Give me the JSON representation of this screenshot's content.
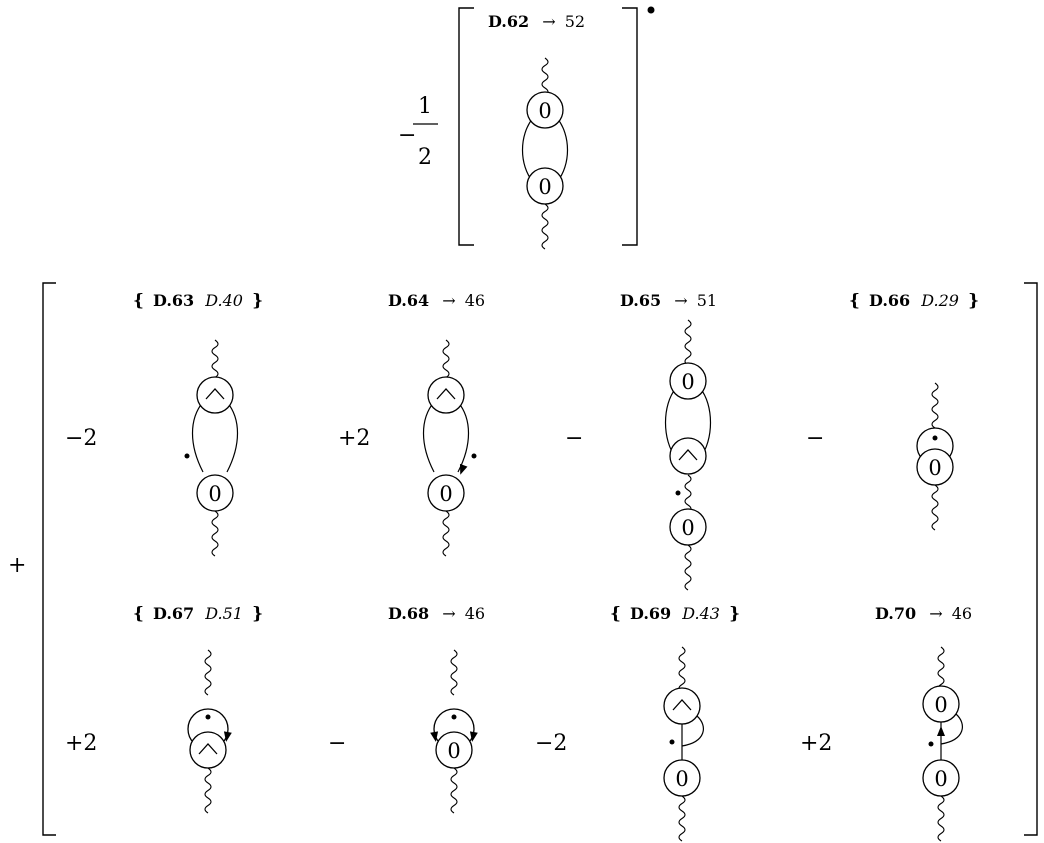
{
  "top": {
    "prefactor_sign": "−",
    "fraction_num": "1",
    "fraction_den": "2",
    "diagram": {
      "id": "D.62",
      "arrow": "→",
      "target": "52"
    }
  },
  "outer_sign": "+",
  "row1": {
    "d63": {
      "id": "D.63",
      "ref": "D.40",
      "open": "{",
      "close": "}"
    },
    "d64": {
      "id": "D.64",
      "arrow": "→",
      "target": "46"
    },
    "d65": {
      "id": "D.65",
      "arrow": "→",
      "target": "51"
    },
    "d66": {
      "id": "D.66",
      "ref": "D.29",
      "open": "{",
      "close": "}"
    },
    "coefs": [
      "−2",
      "+2",
      "−",
      "−"
    ]
  },
  "row2": {
    "d67": {
      "id": "D.67",
      "ref": "D.51",
      "open": "{",
      "close": "}"
    },
    "d68": {
      "id": "D.68",
      "arrow": "→",
      "target": "46"
    },
    "d69": {
      "id": "D.69",
      "ref": "D.43",
      "open": "{",
      "close": "}"
    },
    "d70": {
      "id": "D.70",
      "arrow": "→",
      "target": "46"
    },
    "coefs": [
      "+2",
      "−",
      "−2",
      "+2"
    ]
  },
  "vertex_labels": {
    "zero": "0"
  },
  "icons": {
    "hat_vertex": "caret-up-in-circle",
    "zero_vertex": "circled-zero",
    "propagator": "wavy-line"
  }
}
